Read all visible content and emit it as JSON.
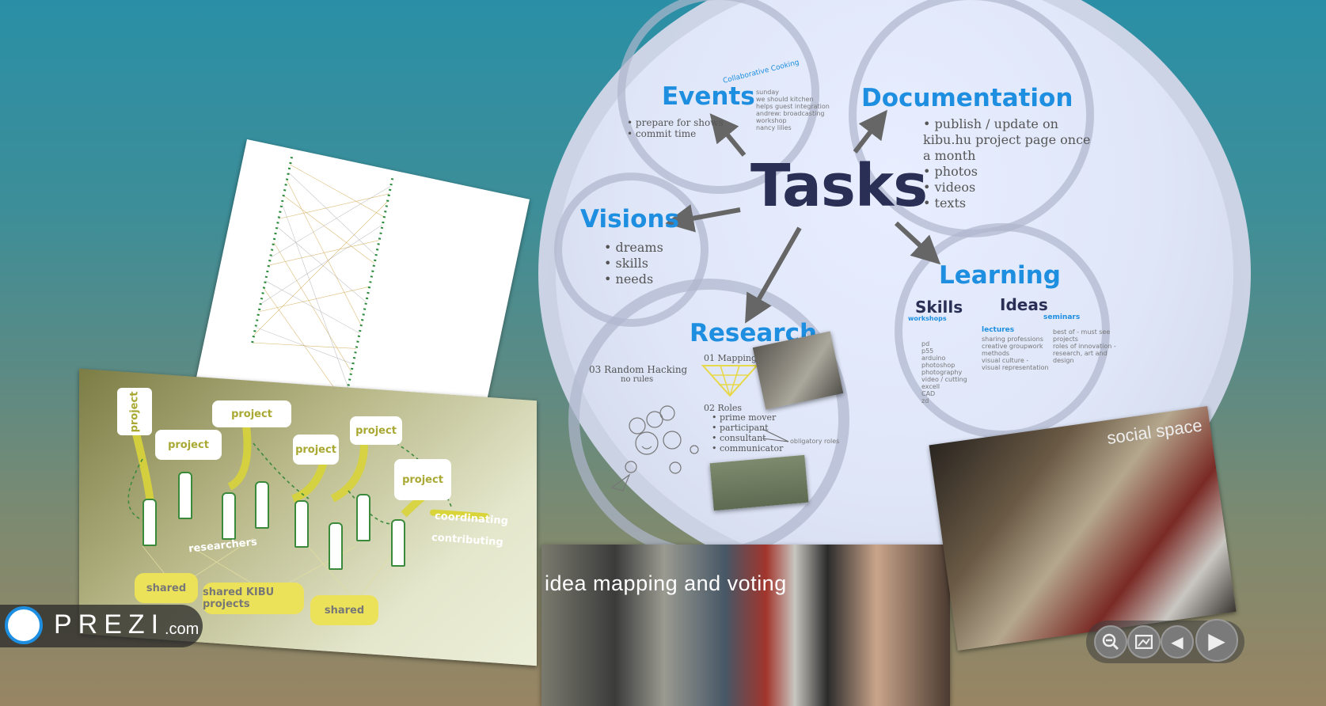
{
  "tasks": {
    "title": "Tasks",
    "events": {
      "title": "Events",
      "bullets": [
        "prepare for shows",
        "commit time"
      ],
      "collab": "Collaborative Cooking",
      "collab_notes": [
        "sunday",
        "we should kitchen",
        "helps guest integration",
        "andrew: broadcasting workshop",
        "nancy lilies"
      ]
    },
    "documentation": {
      "title": "Documentation",
      "bullets": [
        "publish  / update on kibu.hu project page once a month",
        "photos",
        "videos",
        "texts"
      ]
    },
    "visions": {
      "title": "Visions",
      "bullets": [
        "dreams",
        "skills",
        "needs"
      ]
    },
    "learning": {
      "title": "Learning",
      "skills": "Skills",
      "ideas": "Ideas",
      "workshops": "workshops",
      "seminars": "seminars",
      "lectures": "lectures",
      "skills_list": [
        "pd",
        "p55",
        "arduino",
        "photoshop",
        "photography",
        "video / cutting",
        "excell",
        "CAD",
        "zd"
      ],
      "lectures_list": [
        "sharing professions",
        "creative groupwork methods",
        "visual culture - visual representation"
      ],
      "seminars_list": [
        "best of - must see projects",
        "roles of innovation - research, art and design"
      ]
    },
    "research": {
      "title": "Research",
      "mapping": "01 Mapping",
      "roles": "02 Roles",
      "roles_list": [
        "prime mover",
        "participant",
        "consultant",
        "communicator"
      ],
      "obligatory": "obligatory roles",
      "random": "03 Random Hacking",
      "no_rules": "no rules"
    }
  },
  "diagram": {
    "projects": [
      "project",
      "project",
      "project",
      "project",
      "project",
      "project"
    ],
    "researchers": "researchers",
    "shared": [
      "shared",
      "shared KIBU projects",
      "shared"
    ],
    "legend": [
      "coordinating",
      "contributing"
    ]
  },
  "photos": {
    "idea": "idea mapping and voting",
    "social": "social space"
  },
  "logo": {
    "text": "PREZI",
    "suffix": ".com"
  },
  "nav": {
    "zoom_out": "zoom-out-icon",
    "fit": "fit-screen-icon",
    "prev": "◀",
    "next": "▶"
  }
}
